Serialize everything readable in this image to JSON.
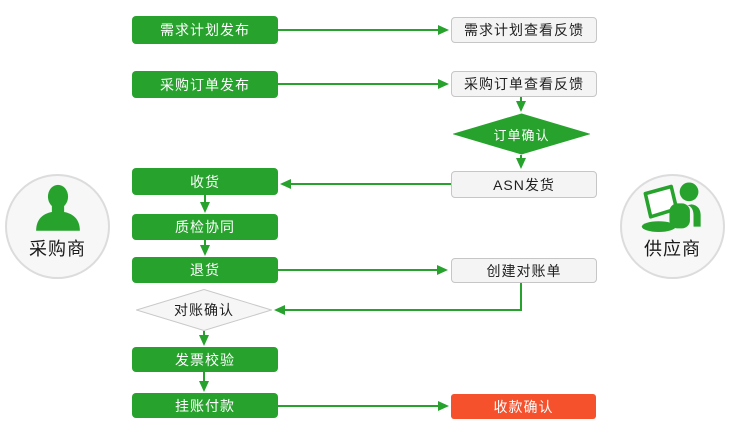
{
  "colors": {
    "green": "#27a32d",
    "red": "#f4512c"
  },
  "actors": {
    "buyer": {
      "label": "采购商"
    },
    "supplier": {
      "label": "供应商"
    }
  },
  "nodes": {
    "demand_publish": {
      "label": "需求计划发布"
    },
    "demand_feedback": {
      "label": "需求计划查看反馈"
    },
    "po_publish": {
      "label": "采购订单发布"
    },
    "po_feedback": {
      "label": "采购订单查看反馈"
    },
    "order_confirm": {
      "label": "订单确认"
    },
    "asn_ship": {
      "label": "ASN发货"
    },
    "receive": {
      "label": "收货"
    },
    "quality": {
      "label": "质检协同"
    },
    "returns": {
      "label": "退货"
    },
    "create_statement": {
      "label": "创建对账单"
    },
    "recon_confirm": {
      "label": "对账确认"
    },
    "invoice_check": {
      "label": "发票校验"
    },
    "payment": {
      "label": "挂账付款"
    },
    "receipt_confirm": {
      "label": "收款确认"
    }
  },
  "edges": [
    {
      "from": "demand_publish",
      "to": "demand_feedback"
    },
    {
      "from": "po_publish",
      "to": "po_feedback"
    },
    {
      "from": "po_feedback",
      "to": "order_confirm"
    },
    {
      "from": "order_confirm",
      "to": "asn_ship"
    },
    {
      "from": "asn_ship",
      "to": "receive"
    },
    {
      "from": "receive",
      "to": "quality"
    },
    {
      "from": "quality",
      "to": "returns"
    },
    {
      "from": "returns",
      "to": "create_statement"
    },
    {
      "from": "create_statement",
      "to": "recon_confirm"
    },
    {
      "from": "recon_confirm",
      "to": "invoice_check"
    },
    {
      "from": "invoice_check",
      "to": "payment"
    },
    {
      "from": "payment",
      "to": "receipt_confirm"
    }
  ]
}
